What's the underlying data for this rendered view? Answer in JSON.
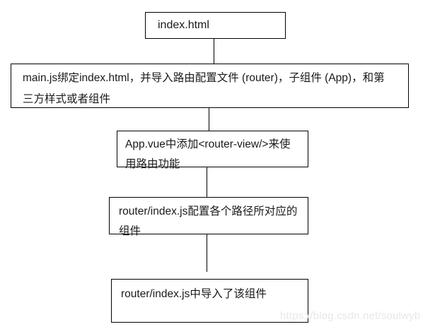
{
  "colors": {
    "background": "#ffffff",
    "node_border": "#000000",
    "node_text": "#1a1a1a",
    "connector": "#000000",
    "watermark": "#e8e7e9"
  },
  "watermark": {
    "text": "https://blog.csdn.net/soulwyb"
  },
  "flowchart": {
    "type": "flowchart",
    "direction": "top-down",
    "nodes": [
      {
        "id": "index-html",
        "lines": [
          "index.html"
        ]
      },
      {
        "id": "main-js",
        "lines": [
          "main.js绑定index.html，并导入路由配置文件 (router)，子组件 (App)，和第",
          "三方样式或者组件"
        ]
      },
      {
        "id": "app-vue",
        "lines": [
          "App.vue中添加<router-view/>来使",
          "用路由功能"
        ]
      },
      {
        "id": "router-index-config",
        "lines": [
          "router/index.js配置各个路径所对应的",
          "组件"
        ]
      },
      {
        "id": "router-index-import",
        "lines": [
          "router/index.js中导入了该组件"
        ]
      }
    ],
    "edges": [
      {
        "from": "index-html",
        "to": "main-js"
      },
      {
        "from": "main-js",
        "to": "app-vue"
      },
      {
        "from": "app-vue",
        "to": "router-index-config"
      },
      {
        "from": "router-index-config",
        "to": "router-index-import"
      }
    ]
  }
}
